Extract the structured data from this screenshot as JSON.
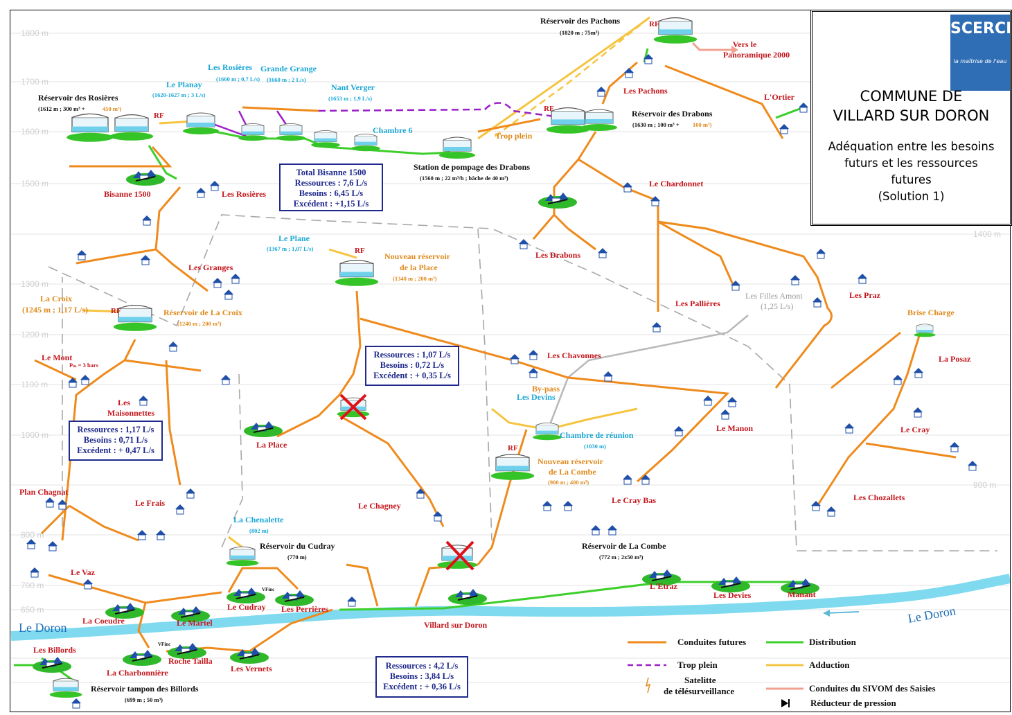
{
  "title": {
    "commune_line1": "COMMUNE DE",
    "commune_line2": "VILLARD SUR DORON",
    "subtitle_line1": "Adéquation entre les besoins",
    "subtitle_line2": "futurs et les ressources",
    "subtitle_line3": "futures",
    "subtitle_line4": "(Solution 1)",
    "logo_text": "SCERCL",
    "logo_tagline": "la maîtrise de l'eau"
  },
  "altitudes": [
    "1800 m",
    "1700 m",
    "1600 m",
    "1500 m",
    "1400 m",
    "1300 m",
    "1200 m",
    "1100 m",
    "1000 m",
    "900 m",
    "800 m",
    "700 m",
    "650 m"
  ],
  "places": {
    "les_rosieres_src": "Les Rosières",
    "les_rosieres_src_info": "(1660 m ; 0,7 L/s)",
    "grande_grange": "Grande Grange",
    "grande_grange_info": "(1660 m ; 2 L/s)",
    "le_planay": "Le Planay",
    "le_planay_info": "(1620-1627 m ; 3 L/s)",
    "nant_verger": "Nant Verger",
    "nant_verger_info": "(1653 m ; 1,9 L/s)",
    "chambre6": "Chambre 6",
    "reservoir_rosieres": "Réservoir des Rosières",
    "reservoir_rosieres_info_a": "(1612 m ; 300 m³ +",
    "reservoir_rosieres_info_b": "450 m³)",
    "rf": "RF",
    "reservoir_pachons": "Réservoir des Pachons",
    "reservoir_pachons_info": "(1820 m ; 75m³)",
    "vers_panoramique_1": "Vers le",
    "vers_panoramique_2": "Panoramique 2000",
    "les_pachons": "Les Pachons",
    "l_ortier": "L'Ortier",
    "reservoir_drabons": "Réservoir des Drabons",
    "reservoir_drabons_info_a": "(1630 m ; 100 m³ +",
    "reservoir_drabons_info_b": "100 m³)",
    "trop_plein_label": "Trop plein",
    "station_pompage": "Station de pompage des Drabons",
    "station_pompage_info": "(1560 m ; 22 m³/h ; bâche de 40 m³)",
    "bisanne": "Bisanne 1500",
    "les_rosieres": "Les Rosières",
    "le_chardonnet": "Le Chardonnet",
    "les_drabons": "Les Drabons",
    "les_granges": "Les Granges",
    "le_plane": "Le Plane",
    "le_plane_info": "(1367 m ; 1,07 L/s)",
    "nouveau_res_place_1": "Nouveau réservoir",
    "nouveau_res_place_2": "de la Place",
    "nouveau_res_place_info": "(1340 m ; 200 m³)",
    "la_croix": "La Croix",
    "la_croix_info": "(1245 m ; 1,17 L/s)",
    "reservoir_la_croix": "Réservoir de La Croix",
    "reservoir_la_croix_info": "(1240 m ; 200 m³)",
    "les_pallieres": "Les Pallières",
    "les_filles_amont": "Les Filles Amont",
    "les_filles_amont_info": "(1,25 L/s)",
    "les_praz": "Les Praz",
    "brise_charge": "Brise Charge",
    "la_posaz": "La Posaz",
    "le_mont": "Le Mont",
    "le_mont_info": "Pₘ = 3 bars",
    "les_chavonnes": "Les Chavonnes",
    "les_maisonnettes_1": "Les",
    "les_maisonnettes_2": "Maisonnettes",
    "bypass_1": "By-pass",
    "bypass_2": "Les Devins",
    "le_manon": "Le Manon",
    "chambre_reunion": "Chambre de réunion",
    "chambre_reunion_info": "(1030 m)",
    "le_cray": "Le Cray",
    "la_place": "La Place",
    "nouveau_res_combe_1": "Nouveau réservoir",
    "nouveau_res_combe_2": "de La Combe",
    "nouveau_res_combe_info": "(900 m ; 400 m³)",
    "plan_chagnat": "Plan Chagnat",
    "le_frais": "Le Frais",
    "le_chagney": "Le Chagney",
    "le_cray_bas": "Le Cray Bas",
    "les_chozallets": "Les Chozallets",
    "la_chenalette": "La Chenalette",
    "la_chenalette_info": "(802 m)",
    "reservoir_cudray": "Réservoir du Cudray",
    "reservoir_cudray_info": "(770 m)",
    "reservoir_combe": "Réservoir de La Combe",
    "reservoir_combe_info": "(772 m ; 2x50 m³)",
    "le_vaz": "Le Vaz",
    "l_etraz": "L'Etraz",
    "les_devies": "Les Devies",
    "manant": "Manant",
    "le_cudray": "Le Cudray",
    "vfinc": "VFinc",
    "les_perrieres": "Les Perrières",
    "la_coeudre": "La Coeudre",
    "le_martel": "Le Martel",
    "le_doron_left": "Le Doron",
    "le_doron_right": "Le Doron",
    "villard_sur_doron": "Villard sur Doron",
    "les_billords": "Les Billords",
    "roche_tailla": "Roche Tailla",
    "la_charbonniere": "La Charbonnière",
    "les_vernets": "Les Vernets",
    "reservoir_billords": "Réservoir tampon des Billords",
    "reservoir_billords_info": "(699 m ; 50 m³)"
  },
  "boxes": {
    "bisanne": [
      "Total Bisanne 1500",
      "Ressources : 7,6 L/s",
      "Besoins : 6,45 L/s",
      "Excédent : +1,15 L/s"
    ],
    "place": [
      "Ressources : 1,07 L/s",
      "Besoins : 0,72 L/s",
      "Excédent : + 0,35 L/s"
    ],
    "croix": [
      "Ressources : 1,17 L/s",
      "Besoins : 0,71 L/s",
      "Excédent : + 0,47 L/s"
    ],
    "villard": [
      "Ressources : 4,2 L/s",
      "Besoins : 3,84 L/s",
      "Excédent : + 0,36 L/s"
    ]
  },
  "legend": {
    "conduites_futures": "Conduites futures",
    "distribution": "Distribution",
    "trop_plein": "Trop plein",
    "adduction": "Adduction",
    "satelitte_1": "Satelitte",
    "satelitte_2": "de télésurveillance",
    "sivom": "Conduites du SIVOM des Saisies",
    "reducteur": "Réducteur de pression"
  },
  "colors": {
    "conduites_futures": "#ef8a1c",
    "distribution": "#3ccf2a",
    "trop_plein": "#9b1fc9",
    "adduction": "#f5c440",
    "sivom": "#f0a090",
    "river": "#7fdaf0",
    "label_red": "#c4161c",
    "label_orange": "#e08a1e",
    "label_cyan": "#1aa7d6",
    "box_border": "#1f2a8c"
  }
}
